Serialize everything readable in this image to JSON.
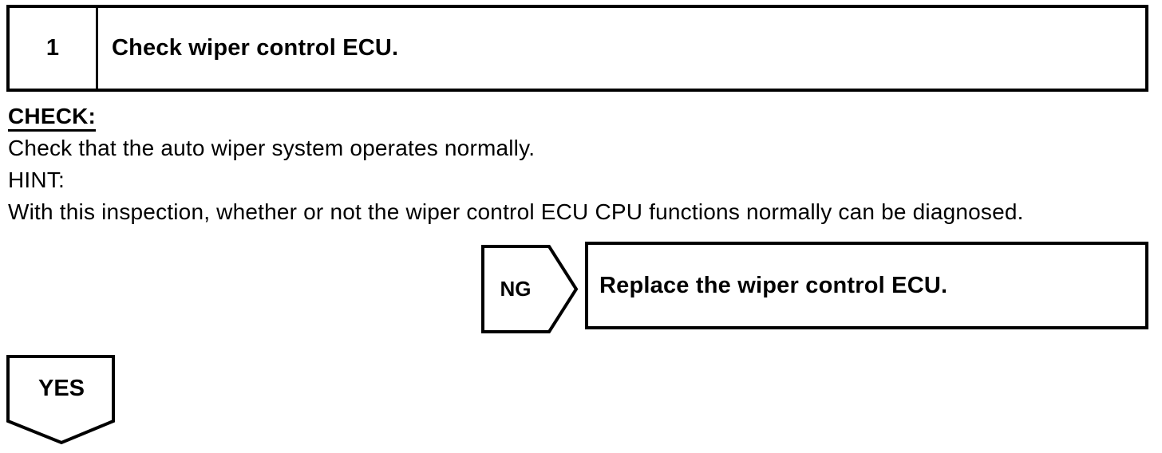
{
  "step_box": {
    "number": "1",
    "title": "Check wiper control ECU."
  },
  "body": {
    "check_label": "CHECK:",
    "check_text": "Check that the auto wiper system operates normally.",
    "hint_label": "HINT:",
    "hint_text": "With this inspection, whether or not the wiper control ECU CPU functions normally can be diagnosed."
  },
  "ng_branch": {
    "label": "NG",
    "action": "Replace the wiper control ECU."
  },
  "yes_branch": {
    "label": "YES"
  },
  "colors": {
    "ink": "#000000",
    "background": "#ffffff"
  }
}
